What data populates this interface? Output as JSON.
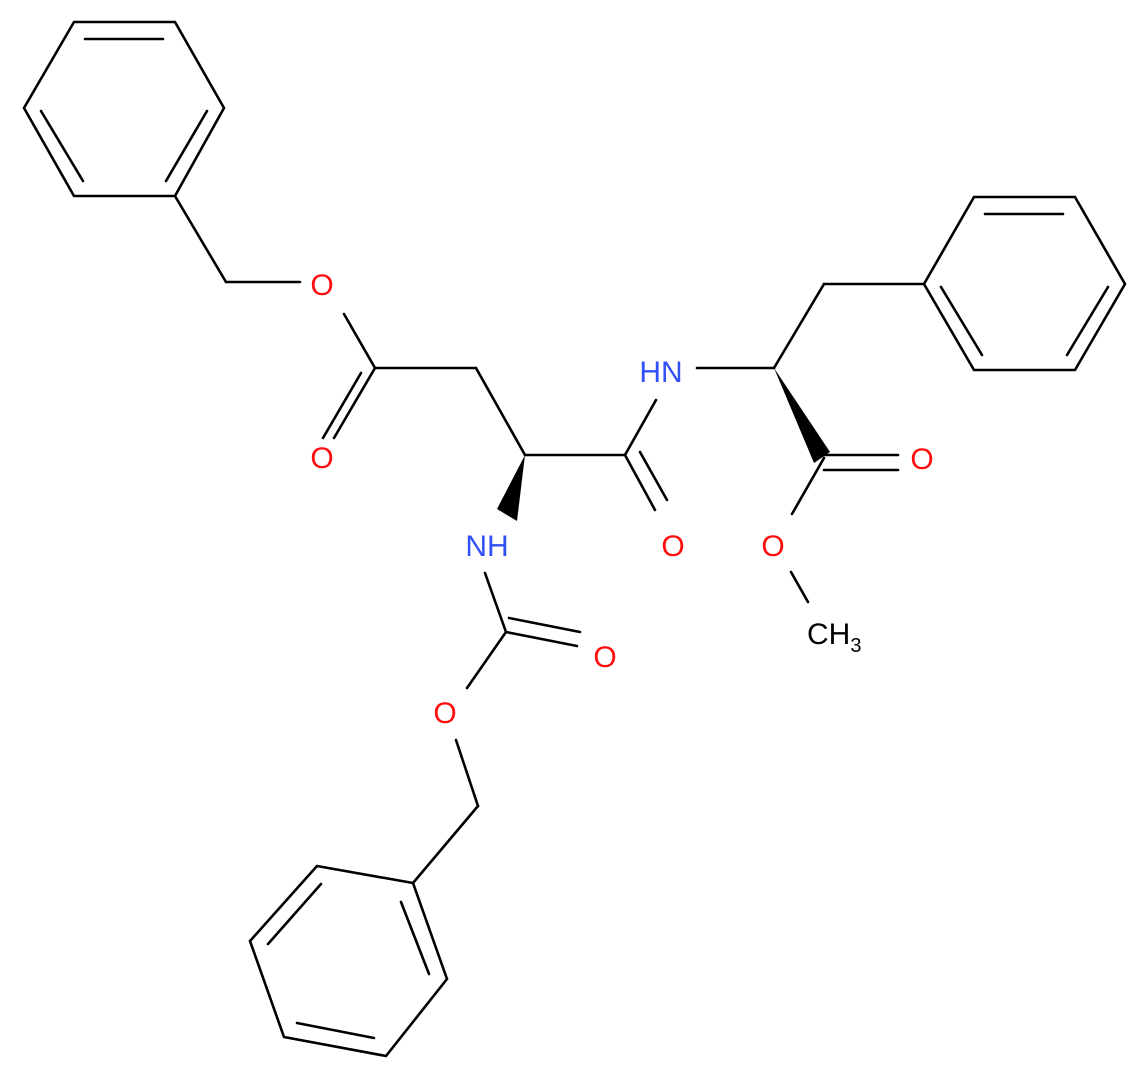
{
  "colors": {
    "bond": "#000000",
    "oxygen": "#ff0d0d",
    "nitrogen": "#3050f8",
    "carbon_label": "#000000",
    "background": "#ffffff"
  },
  "atoms": {
    "o_ester_top": "O",
    "o_carbonyl_left": "O",
    "nh_amide": "HN",
    "o_amide": "O",
    "nh_carbamate": "NH",
    "o_carbamate_carbonyl": "O",
    "o_carbamate_ester": "O",
    "o_methyl_carbonyl": "O",
    "o_methoxy": "O",
    "methyl": "CH",
    "methyl_subscript": "3"
  }
}
